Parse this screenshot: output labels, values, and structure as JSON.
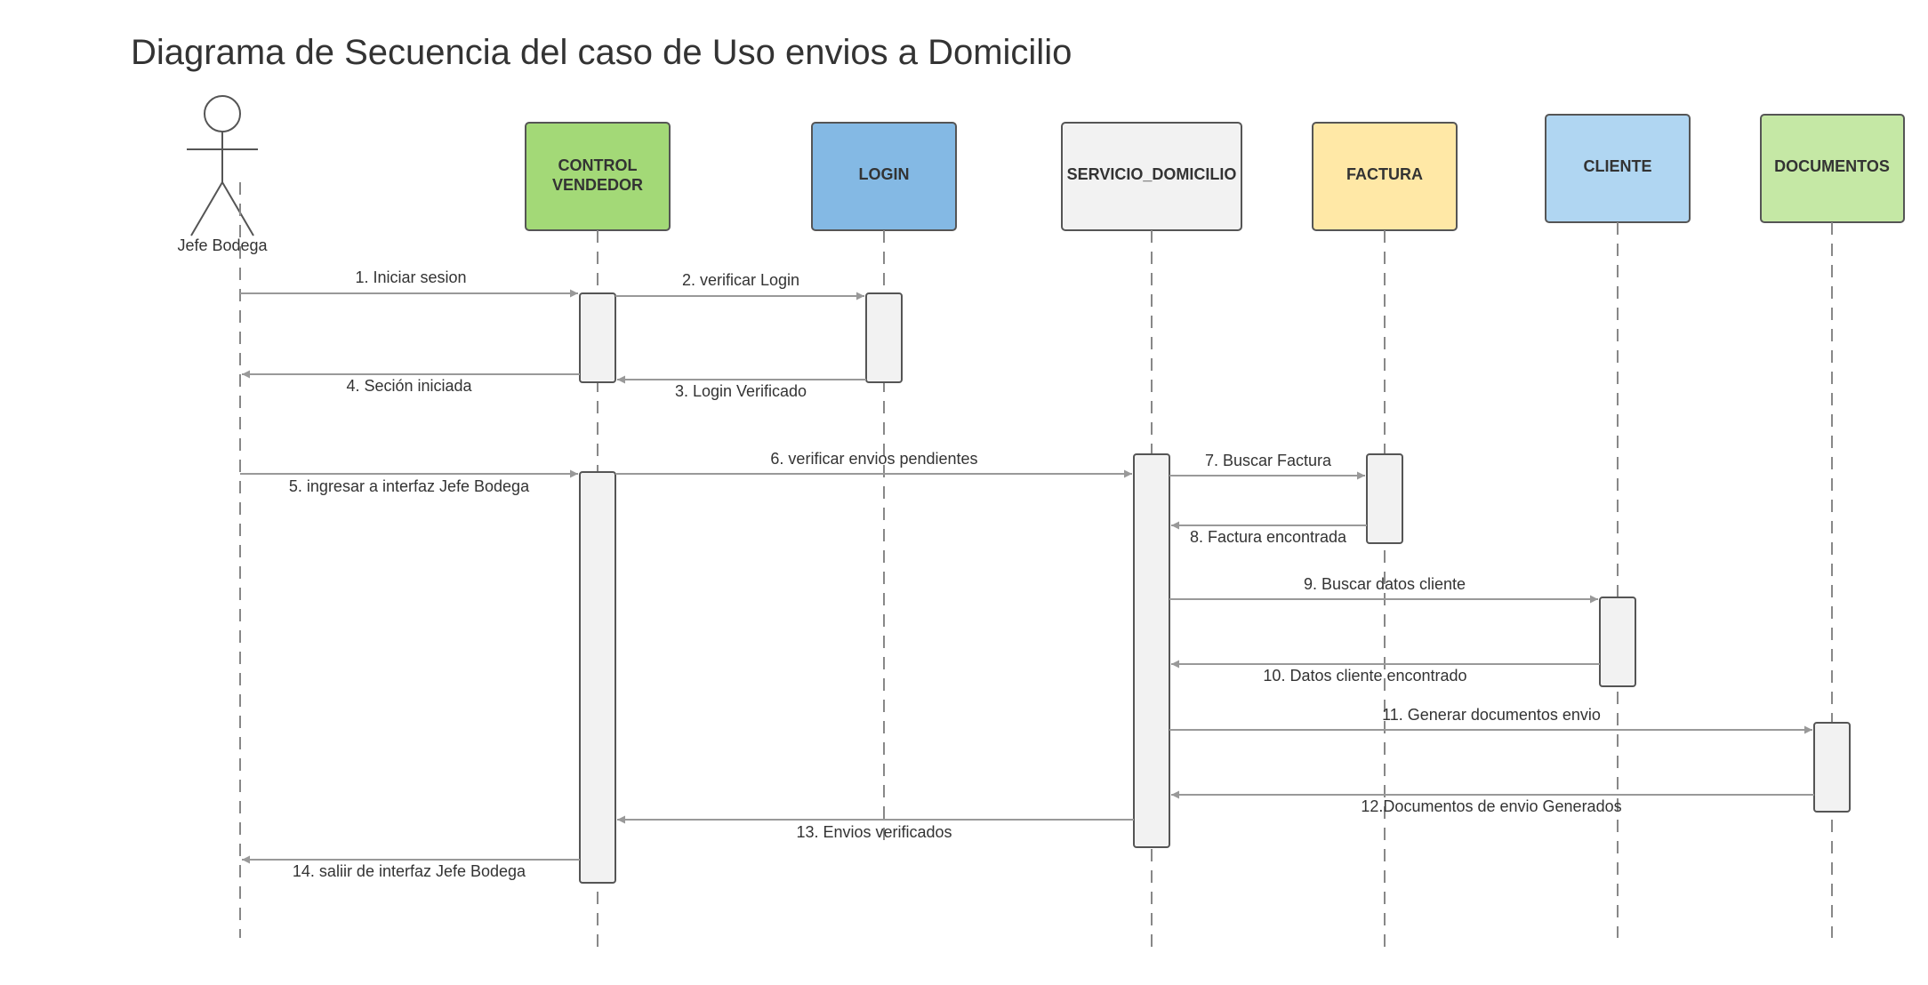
{
  "title": "Diagrama de Secuencia del caso de Uso envios a Domicilio",
  "actor": {
    "label": "Jefe Bodega"
  },
  "participants": [
    {
      "id": "control",
      "lines": [
        "CONTROL",
        "VENDEDOR"
      ],
      "color": "#a3d977"
    },
    {
      "id": "login",
      "lines": [
        "LOGIN"
      ],
      "color": "#84b9e4"
    },
    {
      "id": "servicio",
      "lines": [
        "SERVICIO_DOMICILIO"
      ],
      "color": "#f2f2f2"
    },
    {
      "id": "factura",
      "lines": [
        "FACTURA"
      ],
      "color": "#ffe8a6"
    },
    {
      "id": "cliente",
      "lines": [
        "CLIENTE"
      ],
      "color": "#b0d6f2"
    },
    {
      "id": "documentos",
      "lines": [
        "DOCUMENTOS"
      ],
      "color": "#c5e8a5"
    }
  ],
  "messages": [
    {
      "text": "1. Iniciar sesion",
      "from": "actor",
      "to": "control"
    },
    {
      "text": "2. verificar Login",
      "from": "control",
      "to": "login"
    },
    {
      "text": "3. Login Verificado",
      "from": "login",
      "to": "control"
    },
    {
      "text": "4. Seción iniciada",
      "from": "control",
      "to": "actor"
    },
    {
      "text": "5. ingresar a interfaz Jefe Bodega",
      "from": "actor",
      "to": "control"
    },
    {
      "text": "6. verificar envios pendientes",
      "from": "control",
      "to": "servicio"
    },
    {
      "text": "7. Buscar Factura",
      "from": "servicio",
      "to": "factura"
    },
    {
      "text": "8. Factura encontrada",
      "from": "factura",
      "to": "servicio"
    },
    {
      "text": "9. Buscar datos cliente",
      "from": "servicio",
      "to": "cliente"
    },
    {
      "text": "10. Datos cliente encontrado",
      "from": "cliente",
      "to": "servicio"
    },
    {
      "text": "11. Generar documentos envio",
      "from": "servicio",
      "to": "documentos"
    },
    {
      "text": "12.Documentos de envio Generados",
      "from": "documentos",
      "to": "servicio"
    },
    {
      "text": "13. Envios verificados",
      "from": "servicio",
      "to": "control"
    },
    {
      "text": "14. saliir de interfaz Jefe Bodega",
      "from": "control",
      "to": "actor"
    }
  ]
}
